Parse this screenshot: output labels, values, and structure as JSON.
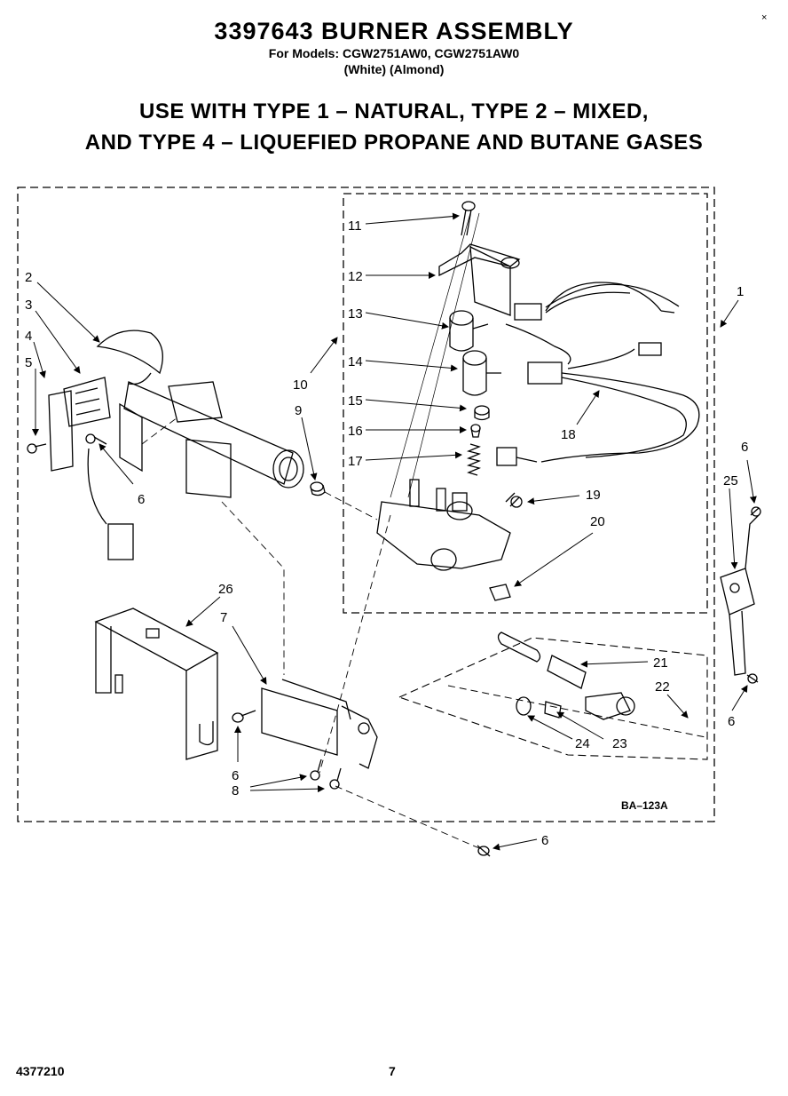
{
  "header": {
    "title": "3397643 BURNER ASSEMBLY",
    "models": "For Models: CGW2751AW0, CGW2751AW0",
    "colors": "(White)   (Almond)",
    "use_line1": "USE WITH TYPE 1 – NATURAL, TYPE 2 – MIXED,",
    "use_line2": "AND TYPE 4 – LIQUEFIED PROPANE AND BUTANE GASES"
  },
  "corner_mark": "×",
  "drawing_code": "BA–123A",
  "footer": {
    "doc_number": "4377210",
    "page": "7"
  },
  "callouts": {
    "c1": "1",
    "c2": "2",
    "c3": "3",
    "c4": "4",
    "c5": "5",
    "c6a": "6",
    "c6b": "6",
    "c6c": "6",
    "c6d": "6",
    "c6e": "6",
    "c7": "7",
    "c8": "8",
    "c9": "9",
    "c10": "10",
    "c11": "11",
    "c12": "12",
    "c13": "13",
    "c14": "14",
    "c15": "15",
    "c16": "16",
    "c17": "17",
    "c18": "18",
    "c19": "19",
    "c20": "20",
    "c21": "21",
    "c22": "22",
    "c23": "23",
    "c24": "24",
    "c25": "25",
    "c26": "26"
  }
}
